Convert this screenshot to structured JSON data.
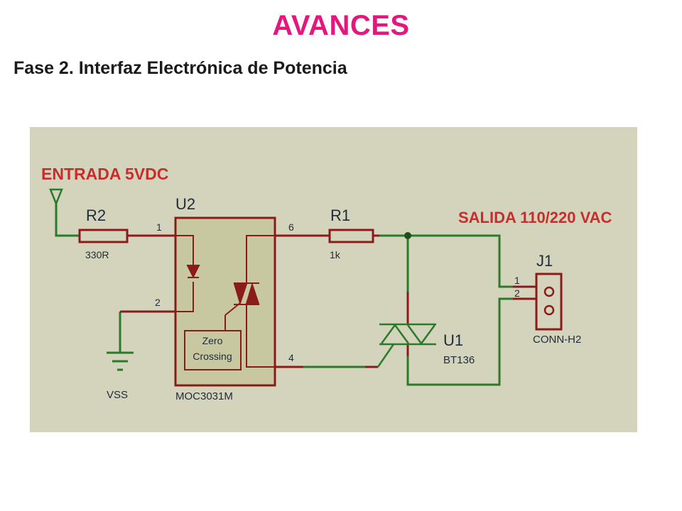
{
  "slide": {
    "title": "AVANCES",
    "subtitle": "Fase 2. Interfaz Electrónica de Potencia"
  },
  "colors": {
    "title": "#e5177e",
    "background": "#d4d4bc",
    "wire": "#2a7a2a",
    "component": "#8b1a1a",
    "label_red": "#cc2b2b",
    "text": "#1f2a3a"
  },
  "schematic": {
    "input_label": "ENTRADA 5VDC",
    "output_label": "SALIDA 110/220 VAC",
    "r2": {
      "ref": "R2",
      "value": "330R"
    },
    "r1": {
      "ref": "R1",
      "value": "1k"
    },
    "u2": {
      "ref": "U2",
      "part": "MOC3031M",
      "block_line1": "Zero",
      "block_line2": "Crossing",
      "pin1": "1",
      "pin2": "2",
      "pin4": "4",
      "pin6": "6"
    },
    "u1": {
      "ref": "U1",
      "part": "BT136"
    },
    "j1": {
      "ref": "J1",
      "part": "CONN-H2",
      "pin1": "1",
      "pin2": "2"
    },
    "ground": {
      "label": "VSS"
    }
  }
}
